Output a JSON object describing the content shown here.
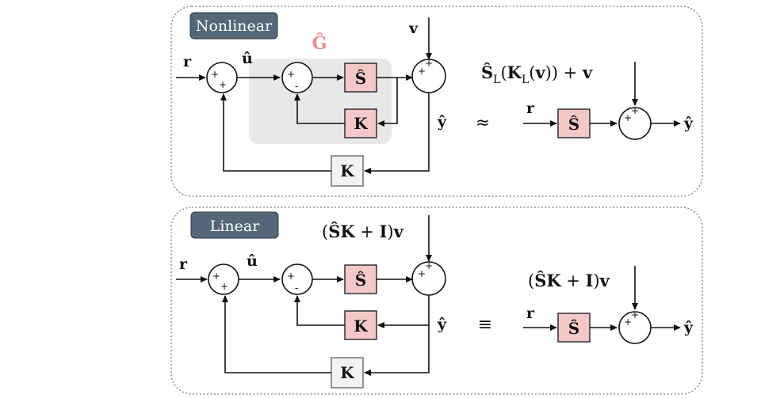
{
  "panels": [
    {
      "tag": "Nonlinear",
      "relation": "≈",
      "approx_expr": "Ŝ_L(K_L(v)) + v"
    },
    {
      "tag": "Linear",
      "relation": "≡",
      "disturbance_expr": "(ŜK + I)v"
    }
  ],
  "symbols": {
    "r": "r",
    "u_hat": "û",
    "y_hat": "ŷ",
    "v": "v",
    "G_hat": "Ĝ",
    "S_hat": "Ŝ",
    "K": "K",
    "plus": "+",
    "minus": "-"
  },
  "colors": {
    "tag_background": "#546779",
    "S_block": "#f4c8c8",
    "K_feedback_block": "#f2f2f2",
    "G_region": "#e8e8e8",
    "G_label": "#ec8c8c"
  }
}
